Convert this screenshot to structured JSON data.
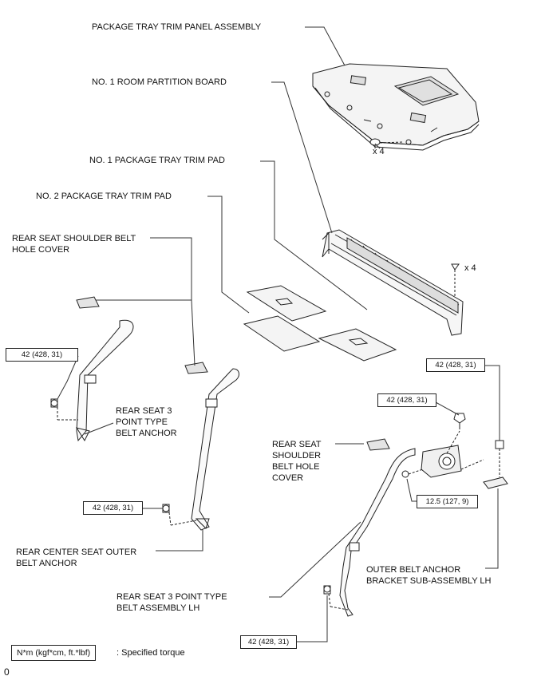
{
  "labels": {
    "package_tray_trim_panel": "PACKAGE TRAY TRIM PANEL ASSEMBLY",
    "no1_room_partition_board": "NO. 1 ROOM PARTITION BOARD",
    "no1_package_tray_trim_pad": "NO. 1 PACKAGE TRAY TRIM PAD",
    "no2_package_tray_trim_pad": "NO. 2 PACKAGE TRAY TRIM PAD",
    "rear_seat_shoulder_belt_hole_cover_left": [
      "REAR SEAT SHOULDER BELT",
      "HOLE COVER"
    ],
    "rear_seat_3_point_type_belt_anchor": [
      "REAR SEAT 3",
      "POINT TYPE",
      "BELT ANCHOR"
    ],
    "rear_center_seat_outer_belt_anchor": [
      "REAR CENTER SEAT OUTER",
      "BELT ANCHOR"
    ],
    "rear_seat_shoulder_belt_hole_cover_right": [
      "REAR SEAT",
      "SHOULDER",
      "BELT HOLE",
      "COVER"
    ],
    "rear_seat_3_point_type_belt_assembly_lh": [
      "REAR SEAT 3 POINT TYPE",
      "BELT ASSEMBLY LH"
    ],
    "outer_belt_anchor_bracket_lh": [
      "OUTER BELT ANCHOR",
      "BRACKET SUB-ASSEMBLY LH"
    ]
  },
  "quantities": {
    "clips_panel": "x 4",
    "clips_board": "x 4"
  },
  "torques": {
    "left_anchor": "42 (428, 31)",
    "center_anchor": "42 (428, 31)",
    "retractor_bolt": "42 (428, 31)",
    "bracket_bolt": "42 (428, 31)",
    "retractor_small_bolt": "12.5 (127, 9)",
    "lower_anchor_lh": "42 (428, 31)"
  },
  "legend": {
    "box_text": "N*m (kgf*cm, ft.*lbf)",
    "description": ": Specified torque"
  },
  "footer_mark": "0"
}
